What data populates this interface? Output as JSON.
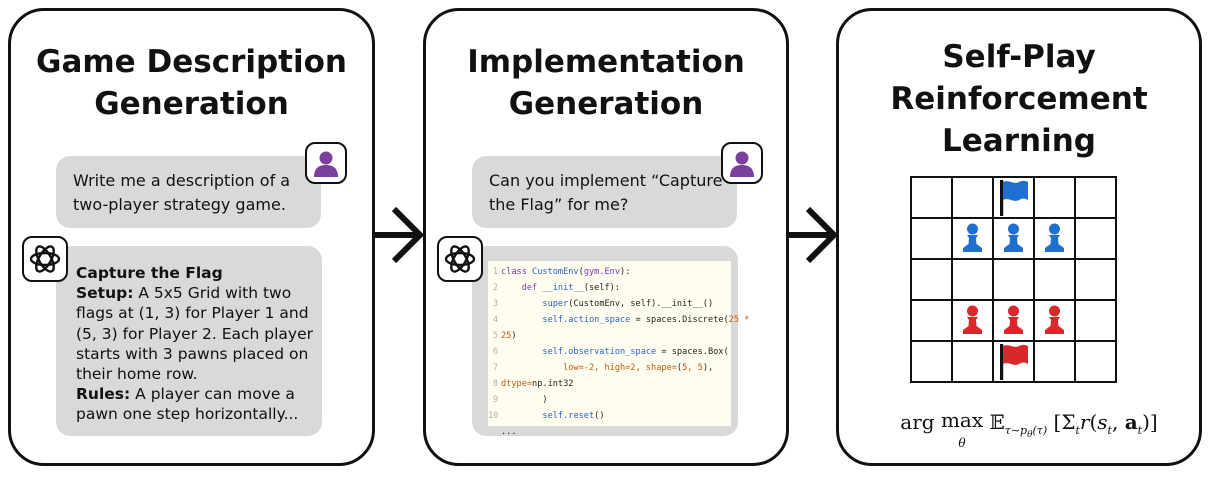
{
  "panels": {
    "p1": {
      "title_lines": [
        "Game Description",
        "Generation"
      ]
    },
    "p2": {
      "title_lines": [
        "Implementation",
        "Generation"
      ]
    },
    "p3": {
      "title_lines": [
        "Self-Play",
        "Reinforcement",
        "Learning"
      ]
    }
  },
  "prompt1": {
    "lines": [
      "Write me a description of a",
      "two-player strategy game."
    ]
  },
  "response1": {
    "title": "Capture the Flag",
    "setup_label": "Setup:",
    "setup_lines": [
      " A 5x5 Grid with two",
      "flags at (1, 3) for Player 1 and",
      "(5, 3) for Player 2. Each player",
      "starts with 3 pawns placed on",
      "their home row."
    ],
    "rules_label": "Rules:",
    "rules_lines": [
      " A player can move a",
      "pawn one step horizontally..."
    ]
  },
  "prompt2": {
    "lines": [
      "Can you implement “Capture",
      "the Flag” for me?"
    ]
  },
  "code": {
    "lines": [
      {
        "n": "1",
        "t": "class CustomEnv(gym.Env):"
      },
      {
        "n": "2",
        "t": "    def __init__(self):"
      },
      {
        "n": "3",
        "t": "        super(CustomEnv, self).__init__()"
      },
      {
        "n": "4",
        "t": "        self.action_space = spaces.Discrete(25 *"
      },
      {
        "n": "5",
        "t": "25)"
      },
      {
        "n": "6",
        "t": "        self.observation_space = spaces.Box("
      },
      {
        "n": "7",
        "t": "            low=-2, high=2, shape=(5, 5),"
      },
      {
        "n": "8",
        "t": "dtype=np.int32"
      },
      {
        "n": "9",
        "t": "        )"
      },
      {
        "n": "10",
        "t": "        self.reset()"
      },
      {
        "n": "",
        "t": "..."
      }
    ]
  },
  "board": {
    "rows": 5,
    "cols": 5,
    "pieces": [
      {
        "row": 0,
        "col": 2,
        "kind": "flag-icon",
        "color": "#1f6fd1"
      },
      {
        "row": 1,
        "col": 1,
        "kind": "pawn-icon",
        "color": "#1f6fd1"
      },
      {
        "row": 1,
        "col": 2,
        "kind": "pawn-icon",
        "color": "#1f6fd1"
      },
      {
        "row": 1,
        "col": 3,
        "kind": "pawn-icon",
        "color": "#1f6fd1"
      },
      {
        "row": 3,
        "col": 1,
        "kind": "pawn-icon",
        "color": "#d8282b"
      },
      {
        "row": 3,
        "col": 2,
        "kind": "pawn-icon",
        "color": "#d8282b"
      },
      {
        "row": 3,
        "col": 3,
        "kind": "pawn-icon",
        "color": "#d8282b"
      },
      {
        "row": 4,
        "col": 2,
        "kind": "flag-icon",
        "color": "#d8282b"
      }
    ]
  },
  "colors": {
    "user_avatar": "#7b3f9c",
    "bubble": "#d9d9d9",
    "player1": "#1f6fd1",
    "player2": "#d8282b"
  }
}
